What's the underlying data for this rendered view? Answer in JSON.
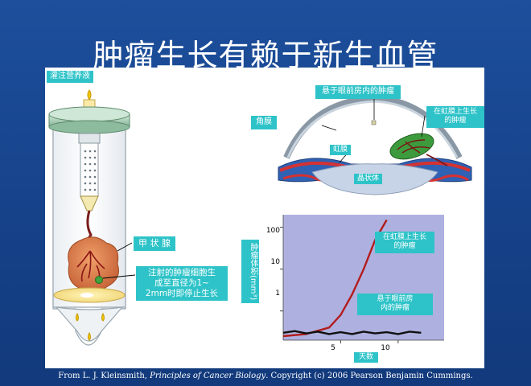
{
  "slide": {
    "title": "肿瘤生长有赖于新生血管"
  },
  "apparatus": {
    "perfusion_label": "灌注营养液",
    "thyroid_label": "甲 状 腺",
    "tumor_cell_note": "注射的肿瘤细胞生\n成至直径为1~\n2mm时即停止生长"
  },
  "eye": {
    "suspended_label": "悬于眼前房内的肿瘤",
    "cornea_label": "角膜",
    "iris_label": "虹膜",
    "lens_label": "晶状体",
    "iris_tumor_label": "在虹膜上生长\n的肿瘤"
  },
  "chart_data": {
    "type": "line",
    "ylabel": "肿瘤体积(mm³)",
    "xlabel": "天数",
    "y_scale": "log",
    "yticks": [
      "100",
      "10",
      "1"
    ],
    "xticks": [
      "5",
      "10"
    ],
    "xlim": [
      0,
      14
    ],
    "ylim": [
      0.2,
      200
    ],
    "series": [
      {
        "name": "在虹膜上生长\n的肿瘤",
        "color": "#b21d1d",
        "x": [
          0,
          2,
          4,
          5,
          6,
          7,
          8,
          9
        ],
        "y": [
          0.25,
          0.28,
          0.4,
          0.8,
          2.5,
          10,
          50,
          150
        ]
      },
      {
        "name": "悬于眼前房\n内的肿瘤",
        "color": "#111111",
        "x": [
          0,
          1,
          2,
          3,
          4,
          5,
          6,
          7,
          8,
          9,
          10,
          11,
          12
        ],
        "y": [
          0.3,
          0.33,
          0.29,
          0.32,
          0.28,
          0.31,
          0.28,
          0.32,
          0.29,
          0.31,
          0.28,
          0.32,
          0.3
        ]
      }
    ]
  },
  "footer": {
    "prefix": "From L. J. Kleinsmith, ",
    "book": "Principles of Cancer Biology",
    "suffix": ". Copyright (c) 2006 Pearson Benjamin Cummings."
  }
}
